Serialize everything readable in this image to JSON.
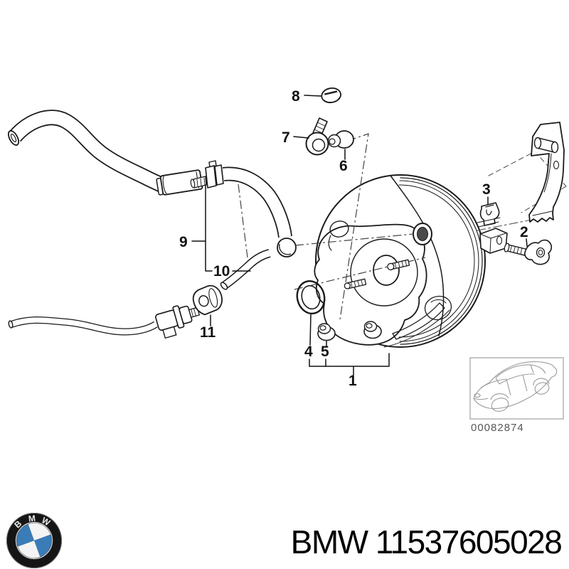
{
  "product": {
    "brand": "BMW",
    "part_number": "11537605028",
    "title": "BMW 11537605028"
  },
  "diagram": {
    "image_code": "00082874",
    "callouts": [
      {
        "label": "1"
      },
      {
        "label": "2"
      },
      {
        "label": "3"
      },
      {
        "label": "4"
      },
      {
        "label": "5"
      },
      {
        "label": "6"
      },
      {
        "label": "7"
      },
      {
        "label": "8"
      },
      {
        "label": "9"
      },
      {
        "label": "10"
      },
      {
        "label": "11"
      }
    ]
  },
  "logo": {
    "letters": {
      "b": "B",
      "m": "M",
      "w": "W"
    }
  },
  "colors": {
    "line": "#1a1a1a",
    "leader": "#444444",
    "muted_text": "#575757",
    "box_border": "#b3b3b3",
    "car_line": "#9a9a9a",
    "logo_black": "#151515",
    "logo_blue": "#3a7cb8",
    "logo_white": "#f4f4f4"
  }
}
